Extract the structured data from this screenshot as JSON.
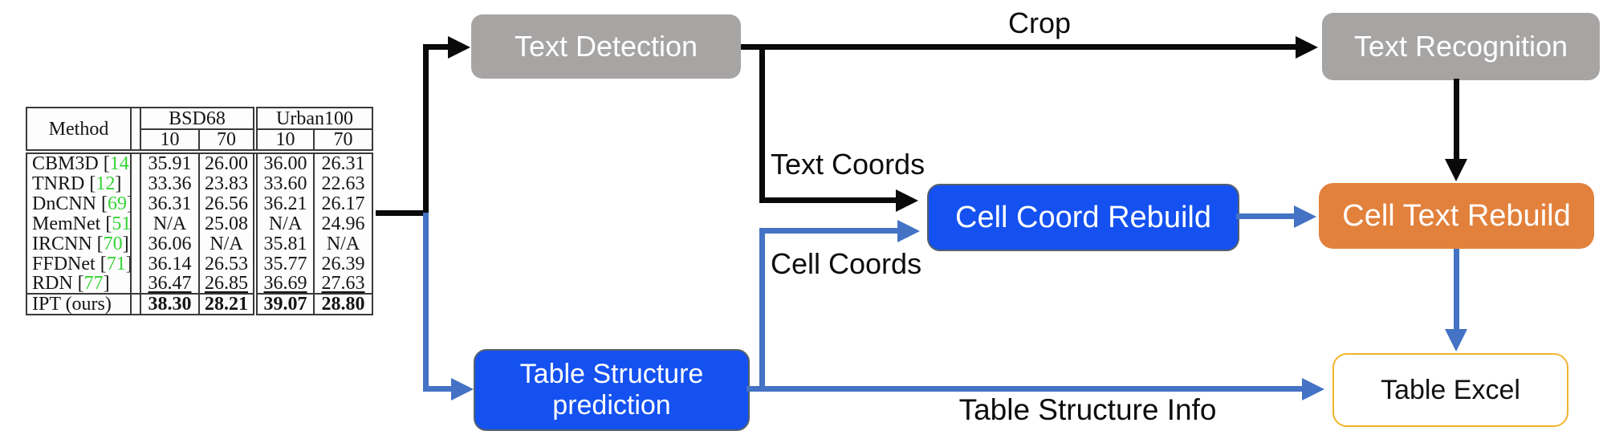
{
  "diagram": {
    "boxes": {
      "text_detection": "Text Detection",
      "text_recognition": "Text Recognition",
      "cell_coord_rebuild": "Cell Coord Rebuild",
      "cell_text_rebuild": "Cell Text Rebuild",
      "table_structure_prediction_line1": "Table Structure",
      "table_structure_prediction_line2": "prediction",
      "table_excel": "Table Excel"
    },
    "edge_labels": {
      "crop": "Crop",
      "text_coords": "Text Coords",
      "cell_coords": "Cell Coords",
      "table_structure_info": "Table Structure Info"
    },
    "colors": {
      "gray_box": "#a7a4a4",
      "blue_box": "#1451f0",
      "orange_box": "#e2813c",
      "excel_border": "#f2b32c",
      "blue_arrow": "#4472c4",
      "black_arrow": "#0a0a0a",
      "cite_green": "#35d435"
    }
  },
  "table": {
    "header": {
      "method": "Method",
      "groups": [
        {
          "label": "BSD68",
          "cols": [
            "10",
            "70"
          ]
        },
        {
          "label": "Urban100",
          "cols": [
            "10",
            "70"
          ]
        }
      ]
    },
    "rows": [
      {
        "method": "CBM3D",
        "cite": "14",
        "values": [
          "35.91",
          "26.00",
          "36.00",
          "26.31"
        ],
        "style": "normal"
      },
      {
        "method": "TNRD",
        "cite": "12",
        "values": [
          "33.36",
          "23.83",
          "33.60",
          "22.63"
        ],
        "style": "normal"
      },
      {
        "method": "DnCNN",
        "cite": "69",
        "values": [
          "36.31",
          "26.56",
          "36.21",
          "26.17"
        ],
        "style": "normal"
      },
      {
        "method": "MemNet",
        "cite": "51",
        "values": [
          "N/A",
          "25.08",
          "N/A",
          "24.96"
        ],
        "style": "normal"
      },
      {
        "method": "IRCNN",
        "cite": "70",
        "values": [
          "36.06",
          "N/A",
          "35.81",
          "N/A"
        ],
        "style": "normal"
      },
      {
        "method": "FFDNet",
        "cite": "71",
        "values": [
          "36.14",
          "26.53",
          "35.77",
          "26.39"
        ],
        "style": "normal"
      },
      {
        "method": "RDN",
        "cite": "77",
        "values": [
          "36.47",
          "26.85",
          "36.69",
          "27.63"
        ],
        "style": "underline"
      },
      {
        "method": "IPT (ours)",
        "cite": null,
        "values": [
          "38.30",
          "28.21",
          "39.07",
          "28.80"
        ],
        "style": "bold"
      }
    ]
  }
}
